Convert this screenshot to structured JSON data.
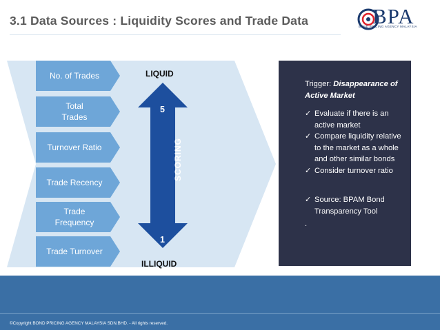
{
  "title": "3.1 Data Sources : Liquidity Scores and Trade Data",
  "logo": {
    "text": "BPA",
    "subtitle": "BOND PRICING AGENCY MALAYSIA"
  },
  "factors": [
    "No. of Trades",
    "Total\nTrades",
    "Turnover Ratio",
    "Trade Recency",
    "Trade\nFrequency",
    "Trade Turnover"
  ],
  "scale": {
    "top_label": "LIQUID",
    "bottom_label": "ILLIQUID",
    "axis_label": "SCORING",
    "top_score": "5",
    "bottom_score": "1"
  },
  "trigger": {
    "prefix": "Trigger: ",
    "emphasis": "Disappearance of Active Market",
    "bullets": [
      "Evaluate if there is an active  market",
      "Compare liquidity relative to the market as a whole and other similar bonds",
      "Consider turnover ratio"
    ],
    "source_bullets": [
      "Source: BPAM Bond Transparency Tool"
    ],
    "trailing": "."
  },
  "footer": {
    "copyright": "©Copyright BOND PRICING AGENCY MALAYSIA SDN.BHD. - All rights reserved."
  },
  "colors": {
    "factor_box": "#6ea6d8",
    "big_arrow": "#d7e6f3",
    "scale_arrow": "#1d4f9e",
    "trigger_box": "#2d3249",
    "band": "#3a6fa5"
  }
}
